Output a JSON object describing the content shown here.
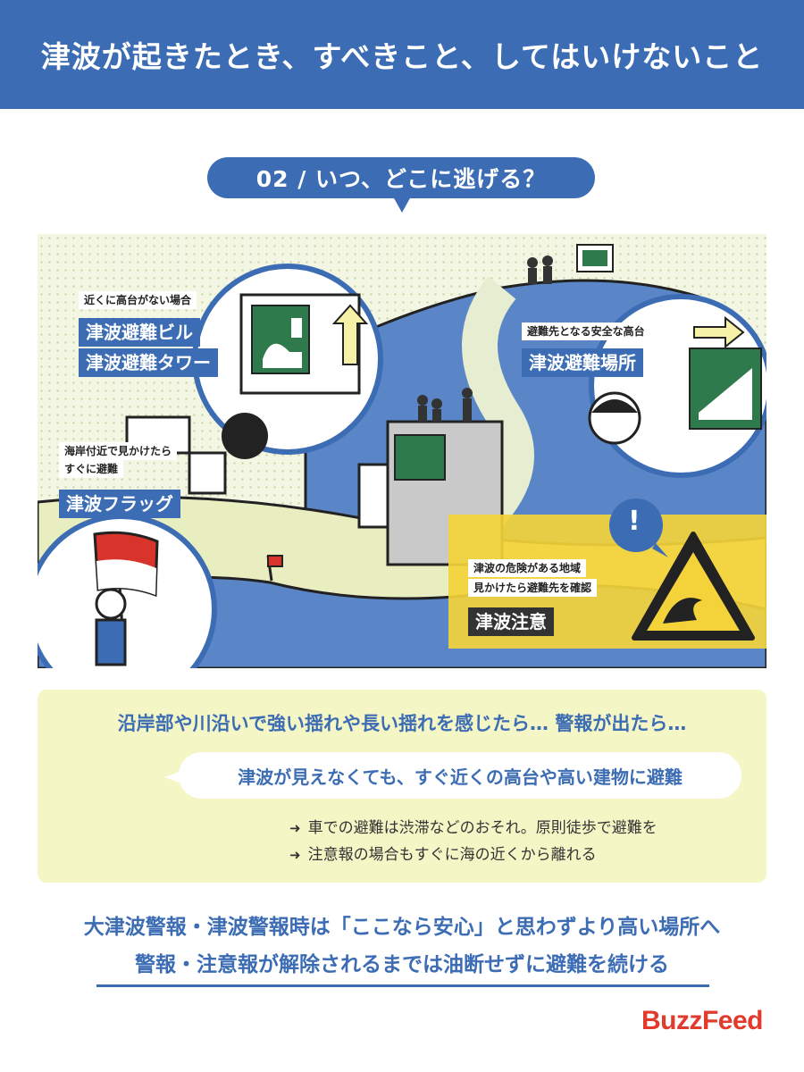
{
  "header": {
    "title": "津波が起きたとき、すべきこと、してはいけないこと"
  },
  "section": {
    "label": "02 / いつ、どこに逃げる？"
  },
  "illustration": {
    "caption_no_high_ground": "近くに高台がない場合",
    "tag_building": "津波避難ビル",
    "tag_tower": "津波避難タワー",
    "caption_safe_high_ground": "避難先となる安全な高台",
    "tag_evac_site": "津波避難場所",
    "caption_flag_line1": "海岸付近で見かけたら",
    "caption_flag_line2": "すぐに避難",
    "tag_flag": "津波フラッグ",
    "caption_danger_line1": "津波の危険がある地域",
    "caption_danger_line2": "見かけたら避難先を確認",
    "tag_caution": "津波注意",
    "exclamation": "!"
  },
  "advice": {
    "lead": "沿岸部や川沿いで強い揺れや長い揺れを感じたら… 警報が出たら…",
    "main": "津波が見えなくても、すぐ近くの高台や高い建物に避難",
    "notes": [
      "車での避難は渋滞などのおそれ。原則徒歩で避難を",
      "注意報の場合もすぐに海の近くから離れる"
    ],
    "bullet_icon": "arrow-right-icon"
  },
  "warnings": [
    "大津波警報・津波警報時は「ここなら安心」と思わずより高い場所へ",
    "警報・注意報が解除されるまでは油断せずに避難を続ける"
  ],
  "brand": {
    "name": "BuzzFeed"
  },
  "colors": {
    "primary": "#3c6db4",
    "advice_bg": "#f5f6c6",
    "caution": "#f3d23a",
    "brand": "#e23a2c"
  }
}
